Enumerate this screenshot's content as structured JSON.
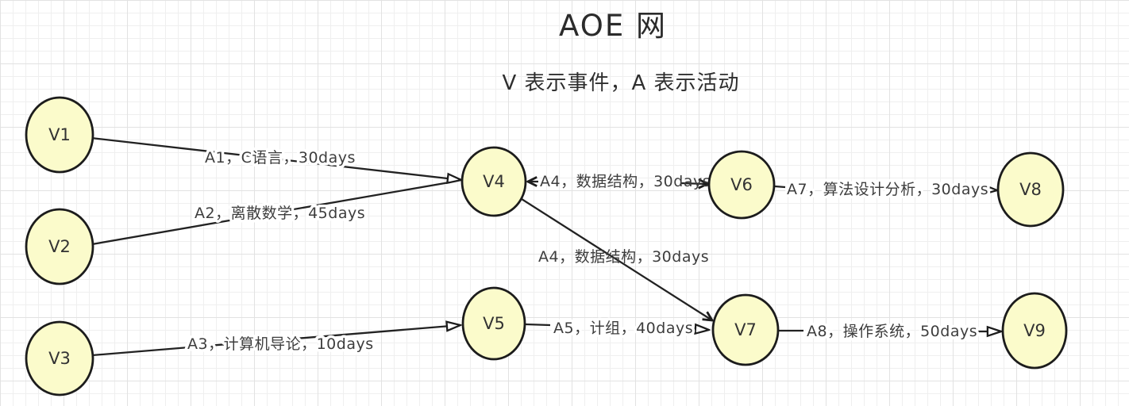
{
  "header": {
    "title": "AOE 网",
    "subtitle": "V 表示事件，A 表示活动"
  },
  "colors": {
    "node_fill": "#FBFBCB",
    "node_stroke": "#1c1c1c",
    "edge_stroke": "#222222",
    "label_text": "#3d3d3d",
    "grid_minor": "#efefef",
    "grid_major": "#e2e2e2",
    "background": "#ffffff"
  },
  "nodes": [
    {
      "id": "V1",
      "label": "V1"
    },
    {
      "id": "V2",
      "label": "V2"
    },
    {
      "id": "V3",
      "label": "V3"
    },
    {
      "id": "V4",
      "label": "V4"
    },
    {
      "id": "V5",
      "label": "V5"
    },
    {
      "id": "V6",
      "label": "V6"
    },
    {
      "id": "V7",
      "label": "V7"
    },
    {
      "id": "V8",
      "label": "V8"
    },
    {
      "id": "V9",
      "label": "V9"
    }
  ],
  "edges": [
    {
      "id": "A1",
      "from": "V1",
      "to": "V4",
      "activity": "A1",
      "name": "C语言",
      "duration": "30days",
      "label": "A1，C语言，30days"
    },
    {
      "id": "A2",
      "from": "V2",
      "to": "V4",
      "activity": "A2",
      "name": "离散数学",
      "duration": "45days",
      "label": "A2，离散数学，45days"
    },
    {
      "id": "A3",
      "from": "V3",
      "to": "V5",
      "activity": "A3",
      "name": "计算机导论",
      "duration": "10days",
      "label": "A3，计算机导论，10days"
    },
    {
      "id": "A4a",
      "from": "V4",
      "to": "V6",
      "activity": "A4",
      "name": "数据结构",
      "duration": "30days",
      "label": "A4，数据结构，30days"
    },
    {
      "id": "A4b",
      "from": "V4",
      "to": "V7",
      "activity": "A4",
      "name": "数据结构",
      "duration": "30days",
      "label": "A4，数据结构，30days"
    },
    {
      "id": "A5",
      "from": "V5",
      "to": "V7",
      "activity": "A5",
      "name": "计组",
      "duration": "40days",
      "label": "A5，计组，40days"
    },
    {
      "id": "A7",
      "from": "V6",
      "to": "V8",
      "activity": "A7",
      "name": "算法设计分析",
      "duration": "30days",
      "label": "A7，算法设计分析，30days"
    },
    {
      "id": "A8",
      "from": "V7",
      "to": "V9",
      "activity": "A8",
      "name": "操作系统",
      "duration": "50days",
      "label": "A8，操作系统，50days"
    }
  ]
}
